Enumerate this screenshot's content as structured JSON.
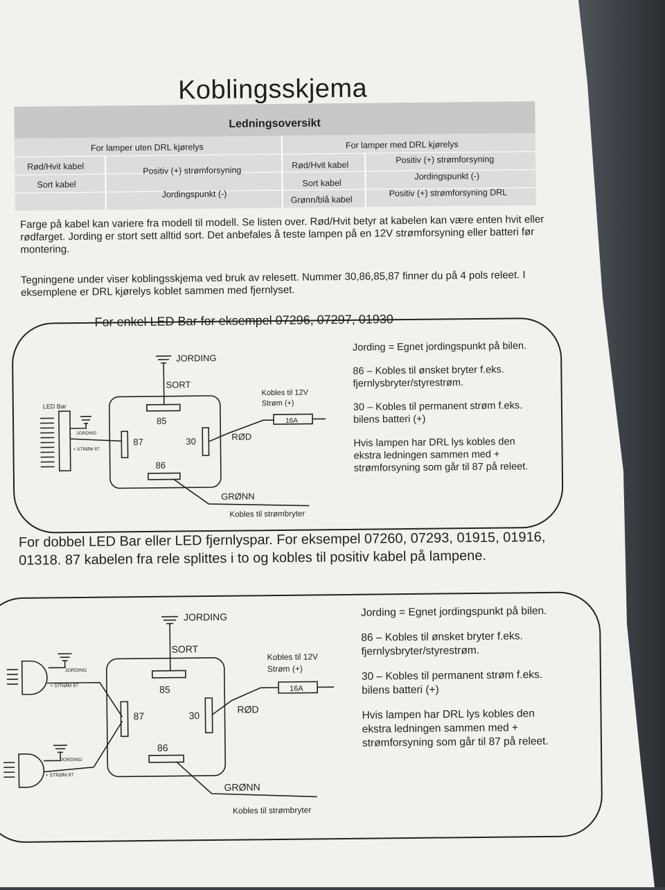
{
  "title": "Koblingsskjema",
  "table": {
    "heading": "Ledningsoversikt",
    "left_header": "For lamper uten DRL kjørelys",
    "right_header": "For lamper med DRL kjørelys",
    "left_rows": [
      {
        "cable": "Rød/Hvit kabel",
        "function": "Positiv (+) strømforsyning"
      },
      {
        "cable": "Sort kabel",
        "function": "Jordingspunkt (-)"
      }
    ],
    "right_rows": [
      {
        "cable": "Rød/Hvit kabel",
        "function": "Positiv (+) strømforsyning"
      },
      {
        "cable": "Sort kabel",
        "function": "Jordingspunkt (-)"
      },
      {
        "cable": "Grønn/blå kabel",
        "function": "Positiv (+) strømforsyning DRL"
      }
    ]
  },
  "paragraph1": "Farge på kabel kan variere fra modell til modell. Se listen over. Rød/Hvit betyr at kabelen kan være enten hvit eller rødfarget. Jording er stort sett alltid sort. Det anbefales å teste lampen på en 12V strømforsyning eller batteri før montering.",
  "paragraph2": "Tegningene under viser koblingsskjema ved bruk av relesett. Nummer 30,86,85,87 finner du på 4 pols releet. I eksemplene er DRL kjørelys koblet sammen med fjernlyset.",
  "section1": {
    "title": "For enkel LED Bar for eksempel 07296, 07297, 01930",
    "labels": {
      "jording": "JORDING",
      "sort": "SORT",
      "led_bar": "LED Bar",
      "lamp_jording": "JORDING",
      "lamp_strom": "+ STRØM 87",
      "pin85": "85",
      "pin87": "87",
      "pin30": "30",
      "pin86": "86",
      "kobles12v": "Kobles til 12V",
      "strom": "Strøm (+)",
      "fuse": "16A",
      "rod": "RØD",
      "gronn": "GRØNN",
      "kobles_bryter": "Kobles til strømbryter"
    },
    "notes": [
      "Jording = Egnet jordingspunkt på bilen.",
      "86 – Kobles til ønsket bryter f.eks. fjernlysbryter/styrestrøm.",
      "30 – Kobles til permanent strøm f.eks. bilens batteri (+)",
      "Hvis lampen har DRL lys kobles den ekstra ledningen sammen med + strømforsyning som går til 87 på releet."
    ]
  },
  "section2": {
    "title": "For dobbel LED Bar eller LED fjernlyspar. For eksempel 07260, 07293, 01915, 01916, 01318. 87 kabelen fra rele splittes i to og kobles til positiv kabel på lampene.",
    "labels": {
      "jording": "JORDING",
      "sort": "SORT",
      "lamp1_jording": "JORDING",
      "lamp1_strom": "+ STRØM 87",
      "lamp2_jording": "JORDING",
      "lamp2_strom": "+ STRØM 87",
      "pin85": "85",
      "pin87": "87",
      "pin30": "30",
      "pin86": "86",
      "kobles12v": "Kobles til 12V",
      "strom": "Strøm (+)",
      "fuse": "16A",
      "rod": "RØD",
      "gronn": "GRØNN",
      "kobles_bryter": "Kobles til strømbryter"
    },
    "notes": [
      "Jording = Egnet jordingspunkt på bilen.",
      "86 – Kobles til ønsket bryter f.eks. fjernlysbryter/styrestrøm.",
      "30 – Kobles til permanent strøm f.eks. bilens batteri (+)",
      "Hvis lampen har DRL lys kobles den ekstra ledningen sammen med + strømforsyning som går til 87 på releet."
    ]
  }
}
